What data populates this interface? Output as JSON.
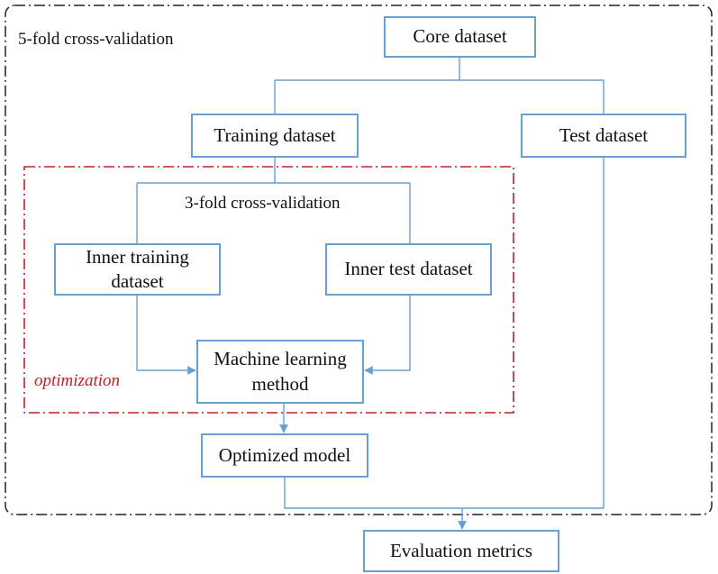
{
  "outer_label": "5-fold cross-validation",
  "inner_label": "3-fold cross-validation",
  "optimization_label": "optimization",
  "nodes": {
    "core": "Core dataset",
    "training": "Training dataset",
    "test": "Test dataset",
    "inner_training_line1": "Inner training",
    "inner_training_line2": "dataset",
    "inner_test": "Inner test dataset",
    "ml_line1": "Machine learning",
    "ml_line2": "method",
    "optimized": "Optimized model",
    "evaluation": "Evaluation metrics"
  },
  "colors": {
    "box_border": "#6a9fd0",
    "connector": "#6a9fd0",
    "outer_frame": "#222222",
    "optimization_frame": "#c0202a"
  }
}
